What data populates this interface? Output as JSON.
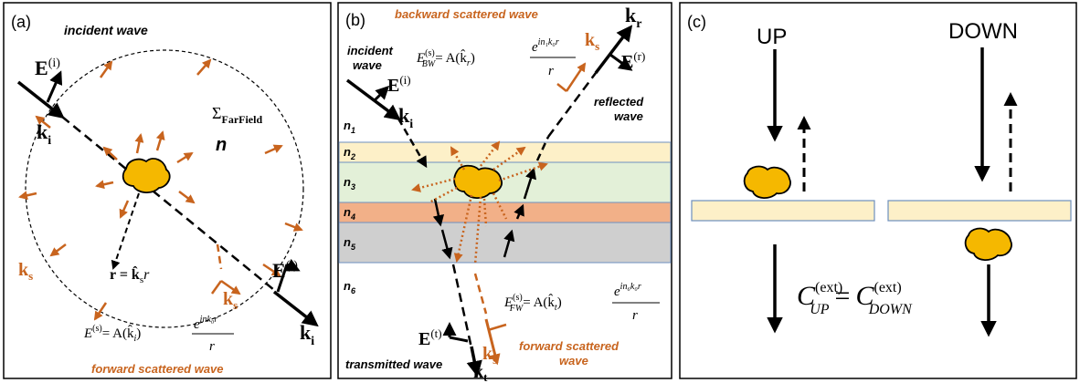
{
  "colors": {
    "orange": "#c8641e",
    "particle": "#f5b800",
    "layer_n2": "#fdf0c8",
    "layer_n3": "#e3f0d8",
    "layer_n4": "#f2b088",
    "layer_n5": "#cfcfcf",
    "slab": "#fdf0c8",
    "slab_border": "#6d8fbf"
  },
  "panel_a": {
    "label": "(a)",
    "incident_wave": "incident wave",
    "E_inc_base": "E",
    "E_inc_sup": "(i)",
    "k_i": "k",
    "k_i_sub": "i",
    "sigma": "Σ",
    "sigma_sub": "FarField",
    "n": "n",
    "k_s": "k",
    "k_s_sub": "s",
    "r_eq": "r = k̂",
    "r_eq_sub": "s",
    "r_eq_tail": "r",
    "E_out_base": "E",
    "E_out_sup": "(i)",
    "k_s2": "k",
    "k_s2_sub": "s",
    "k_i2": "k",
    "k_i2_sub": "i",
    "formula_lhs": "E",
    "formula_lhs_sup": "(s)",
    "formula_mid": "= A(k̂",
    "formula_mid_sub": "i",
    "formula_mid_tail": ")",
    "formula_num": "e",
    "formula_num_sup": "ink₀r",
    "formula_den": "r",
    "forward": "forward scattered wave"
  },
  "panel_b": {
    "label": "(b)",
    "backward": "backward scattered wave",
    "formula_bw_lhs": "E",
    "formula_bw_sup": "(s)",
    "formula_bw_sub": "BW",
    "formula_bw_mid": "= A(k̂",
    "formula_bw_mid_sub": "r",
    "formula_bw_tail": ")",
    "formula_bw_num": "e",
    "formula_bw_num_sup": "in₁k₀r",
    "formula_bw_den": "r",
    "k_s_top": "k",
    "k_s_top_sub": "s",
    "k_r": "k",
    "k_r_sub": "r",
    "E_r": "E",
    "E_r_sup": "(r)",
    "incident": "incident",
    "wave": "wave",
    "E_i": "E",
    "E_i_sup": "(i)",
    "k_i": "k",
    "k_i_sub": "i",
    "reflected": "reflected",
    "reflected_wave": "wave",
    "layers": [
      {
        "label": "n",
        "sub": "1"
      },
      {
        "label": "n",
        "sub": "2"
      },
      {
        "label": "n",
        "sub": "3"
      },
      {
        "label": "n",
        "sub": "4"
      },
      {
        "label": "n",
        "sub": "5"
      },
      {
        "label": "n",
        "sub": "6"
      }
    ],
    "formula_fw_lhs": "E",
    "formula_fw_sup": "(s)",
    "formula_fw_sub": "FW",
    "formula_fw_mid": "= A(k̂",
    "formula_fw_mid_sub": "t",
    "formula_fw_tail": ")",
    "formula_fw_num": "e",
    "formula_fw_num_sup": "in₆k₀r",
    "formula_fw_den": "r",
    "E_t": "E",
    "E_t_sup": "(t)",
    "k_s_bot": "k",
    "k_s_bot_sub": "s",
    "forward1": "forward scattered",
    "forward2": "wave",
    "transmitted": "transmitted wave",
    "k_t": "k",
    "k_t_sub": "t"
  },
  "panel_c": {
    "label": "(c)",
    "up": "UP",
    "down": "DOWN",
    "c_up": "C",
    "c_up_sup": "(ext)",
    "c_up_sub": "UP",
    "equals": "=",
    "c_down": "C",
    "c_down_sup": "(ext)",
    "c_down_sub": "DOWN"
  }
}
